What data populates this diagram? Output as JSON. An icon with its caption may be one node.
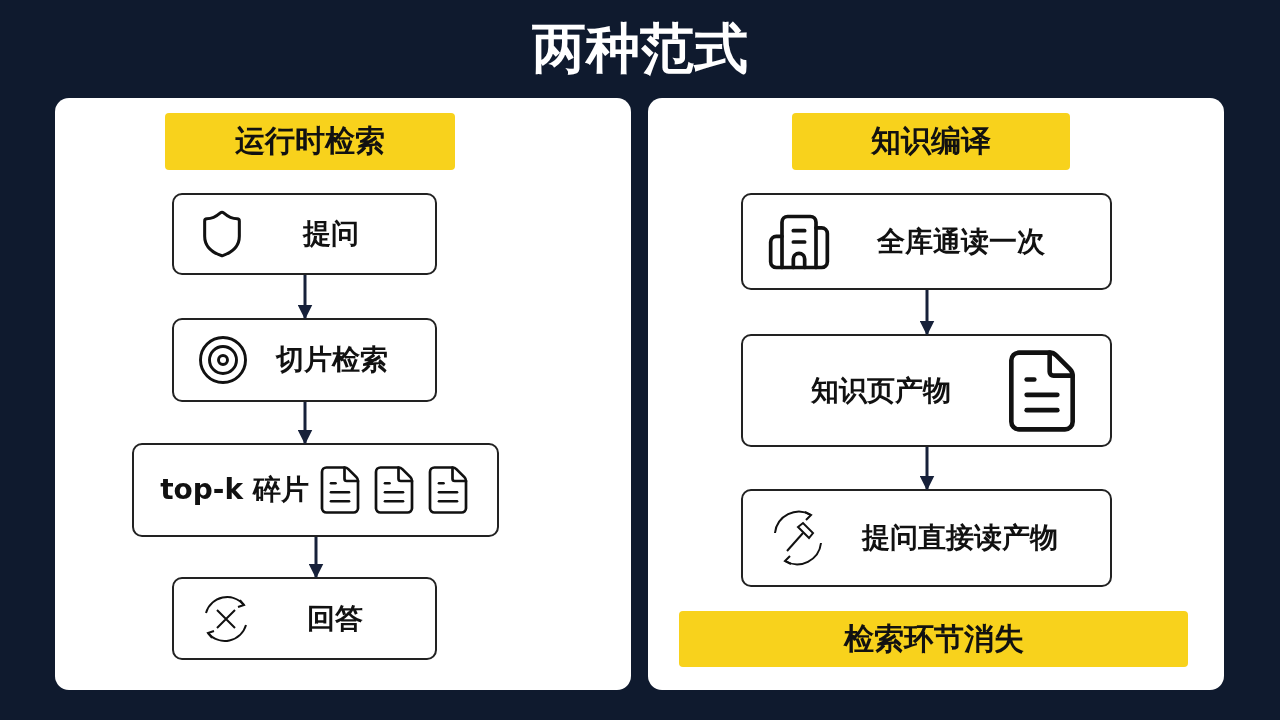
{
  "diagram": {
    "title": "两种范式",
    "nodes": [
      {
        "text": [],
        "shape": "box"
      },
      {
        "text": [
          "运行时检索"
        ],
        "in": 0
      },
      {
        "text": [
          "提问"
        ],
        "in": 0
      },
      {
        "text": [
          "切片检索"
        ],
        "in": 0
      },
      {
        "text": [
          "top-k 碎片"
        ],
        "in": 0
      },
      {
        "text": [
          "回答"
        ],
        "in": 0
      },
      {
        "text": [],
        "shape": "box"
      },
      {
        "text": [
          "知识编译"
        ],
        "in": 6
      },
      {
        "text": [
          "全库通读一次"
        ],
        "in": 6
      },
      {
        "text": [
          "知识页产物"
        ],
        "in": 6
      },
      {
        "text": [
          "提问直接读产物"
        ],
        "in": 6
      },
      {
        "text": [
          "检索环节消失"
        ],
        "in": 6
      }
    ],
    "edges": [
      {
        "from": 2,
        "to": 3,
        "arrow": "to"
      },
      {
        "from": 3,
        "to": 4,
        "arrow": "to"
      },
      {
        "from": 4,
        "to": 5,
        "arrow": "to"
      },
      {
        "from": 8,
        "to": 9,
        "arrow": "to"
      },
      {
        "from": 9,
        "to": 10,
        "arrow": "to"
      }
    ]
  }
}
